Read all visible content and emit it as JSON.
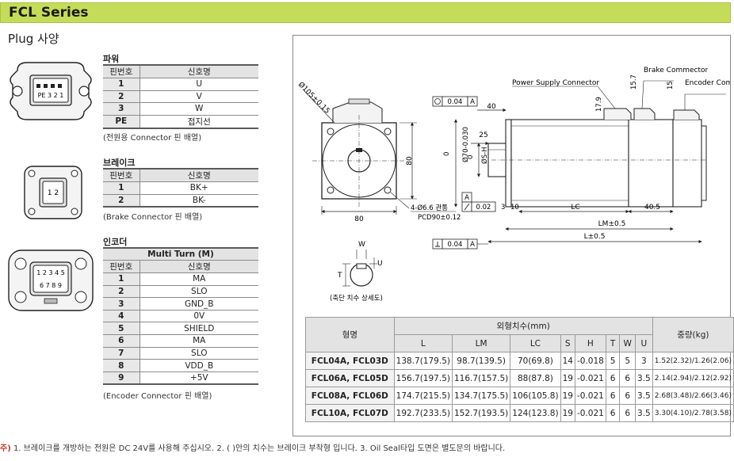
{
  "header": {
    "series": "FCL Series"
  },
  "plug_title": "Plug 사양",
  "power": {
    "label": "파워",
    "col_no": "핀번호",
    "col_name": "신호명",
    "rows": [
      {
        "no": "1",
        "name": "U"
      },
      {
        "no": "2",
        "name": "V"
      },
      {
        "no": "3",
        "name": "W"
      },
      {
        "no": "PE",
        "name": "접지선"
      }
    ],
    "caption": "(전원용 Connector 핀 배열)",
    "connector_labels": "PE 3 2 1"
  },
  "brake": {
    "label": "브레이크",
    "col_no": "핀번호",
    "col_name": "신호명",
    "rows": [
      {
        "no": "1",
        "name": "BK+"
      },
      {
        "no": "2",
        "name": "BK-"
      }
    ],
    "caption": "(Brake Connector 핀 배열)",
    "connector_labels": "1 2"
  },
  "encoder": {
    "label": "인코더",
    "mode": "Multi Turn (M)",
    "col_no": "핀번호",
    "col_name": "신호명",
    "rows": [
      {
        "no": "1",
        "name": "MA"
      },
      {
        "no": "2",
        "name": "SLO"
      },
      {
        "no": "3",
        "name": "GND_B"
      },
      {
        "no": "4",
        "name": "0V"
      },
      {
        "no": "5",
        "name": "SHIELD"
      },
      {
        "no": "6",
        "name": "MA"
      },
      {
        "no": "7",
        "name": "SLO"
      },
      {
        "no": "8",
        "name": "VDD_B"
      },
      {
        "no": "9",
        "name": "+5V"
      }
    ],
    "caption": "(Encoder Connector 핀 배열)",
    "connector_top": "1 2 3 4 5",
    "connector_bottom": "6 7 8 9"
  },
  "drawing": {
    "power_connector": "Power Supply Connector",
    "brake_connector": "Brake Commector",
    "encoder_connector": "Encoder Commector",
    "phi105": "Ø105±0.15",
    "holes": "4-Ø6.6 관통",
    "pcd": "PCD90±0.12",
    "dim_80_h": "80",
    "dim_80_v": "80",
    "flat_tol": "0.04",
    "flat_ref": "A",
    "perp_tol": "0.04",
    "perp_ref": "A",
    "runout_tol": "0.02",
    "dim_40": "40",
    "dim_25": "25",
    "dim_3": "3",
    "dim_10": "10",
    "dim_lc": "LC",
    "dim_405": "40.5",
    "dim_lm": "LM±0.5",
    "dim_l": "L±0.5",
    "dim_179": "17.9",
    "dim_157": "15.7",
    "dim_15": "15",
    "dim_phi70": "Ø70-0.030",
    "dim_phi70_zero": "0",
    "dim_phis": "ØS-H",
    "dim_phis_zero": "0",
    "datum_a": "A",
    "key_w": "W",
    "key_t": "T",
    "key_u": "U",
    "shaft_caption": "(축단 치수 상세도)"
  },
  "dim_table": {
    "model_header": "형명",
    "outline_header": "외형치수(mm)",
    "weight_header": "중량(kg)",
    "cols": [
      "L",
      "LM",
      "LC",
      "S",
      "H",
      "T",
      "W",
      "U"
    ],
    "rows": [
      {
        "model": "FCL04A, FCL03D",
        "L": "138.7(179.5)",
        "LM": "98.7(139.5)",
        "LC": "70(69.8)",
        "S": "14",
        "H": "-0.018",
        "T": "5",
        "W": "5",
        "U": "3",
        "weight": "1.52(2.32)/1.26(2.06)"
      },
      {
        "model": "FCL06A, FCL05D",
        "L": "156.7(197.5)",
        "LM": "116.7(157.5)",
        "LC": "88(87.8)",
        "S": "19",
        "H": "-0.021",
        "T": "6",
        "W": "6",
        "U": "3.5",
        "weight": "2.14(2.94)/2.12(2.92)"
      },
      {
        "model": "FCL08A, FCL06D",
        "L": "174.7(215.5)",
        "LM": "134.7(175.5)",
        "LC": "106(105.8)",
        "S": "19",
        "H": "-0.021",
        "T": "6",
        "W": "6",
        "U": "3.5",
        "weight": "2.68(3.48)/2.66(3.46)"
      },
      {
        "model": "FCL10A, FCL07D",
        "L": "192.7(233.5)",
        "LM": "152.7(193.5)",
        "LC": "124(123.8)",
        "S": "19",
        "H": "-0.021",
        "T": "6",
        "W": "6",
        "U": "3.5",
        "weight": "3.30(4.10)/2.78(3.58)"
      }
    ]
  },
  "footnote": {
    "mark": "주)",
    "text": " 1. 브레이크를 개방하는 전원은 DC 24V를 사용해 주십시오.    2. (  )안의 치수는 브레이크 부착형 입니다.    3. Oil Seal타입 도면은 별도문의 바랍니다."
  }
}
